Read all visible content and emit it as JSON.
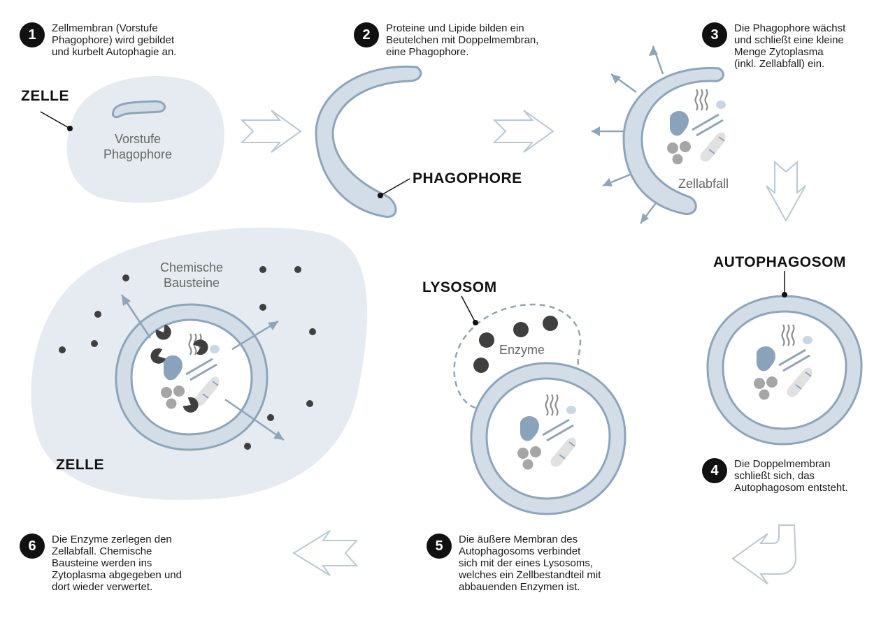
{
  "steps": [
    {
      "num": "1",
      "text": "Zellmembran (Vorstufe\nPhagophore) wird gebildet\nund kurbelt Autophagie an."
    },
    {
      "num": "2",
      "text": "Proteine und Lipide bilden ein\nBeutelchen mit Doppelmembran,\neine Phagophore."
    },
    {
      "num": "3",
      "text": "Die Phagophore wächst\nund schließt eine kleine\nMenge Zytoplasma\n(inkl. Zellabfall) ein."
    },
    {
      "num": "4",
      "text": "Die Doppelmembran\nschließt sich, das\nAutophagosom entsteht."
    },
    {
      "num": "5",
      "text": "Die äußere Membran des\nAutophagosoms verbindet\nsich mit der eines Lysosoms,\nwelches ein Zellbestandteil mit\nabbauenden Enzymen ist."
    },
    {
      "num": "6",
      "text": "Die Enzyme zerlegen den\nZellabfall. Chemische\nBausteine werden ins\nZytoplasma abgegeben und\ndort wieder verwertet."
    }
  ],
  "labels": {
    "zelle_top": "ZELLE",
    "vorstufe": "Vorstufe\nPhagophore",
    "phagophore": "PHAGOPHORE",
    "zellabfall": "Zellabfall",
    "autophagosom": "AUTOPHAGOSOM",
    "lysosom": "LYSOSOM",
    "enzyme": "Enzyme",
    "chemische": "Chemische\nBausteine",
    "zelle_bottom": "ZELLE"
  },
  "colors": {
    "cell_bg": "#e6ebf1",
    "membrane_fill": "#d3dde8",
    "membrane_stroke": "#8ea4b9",
    "arrow_outline": "#b9c8d6",
    "dark_dot": "#3f3f3f",
    "organelle_blue": "#8aa3bb",
    "gray_particle": "#a6a6a6"
  }
}
